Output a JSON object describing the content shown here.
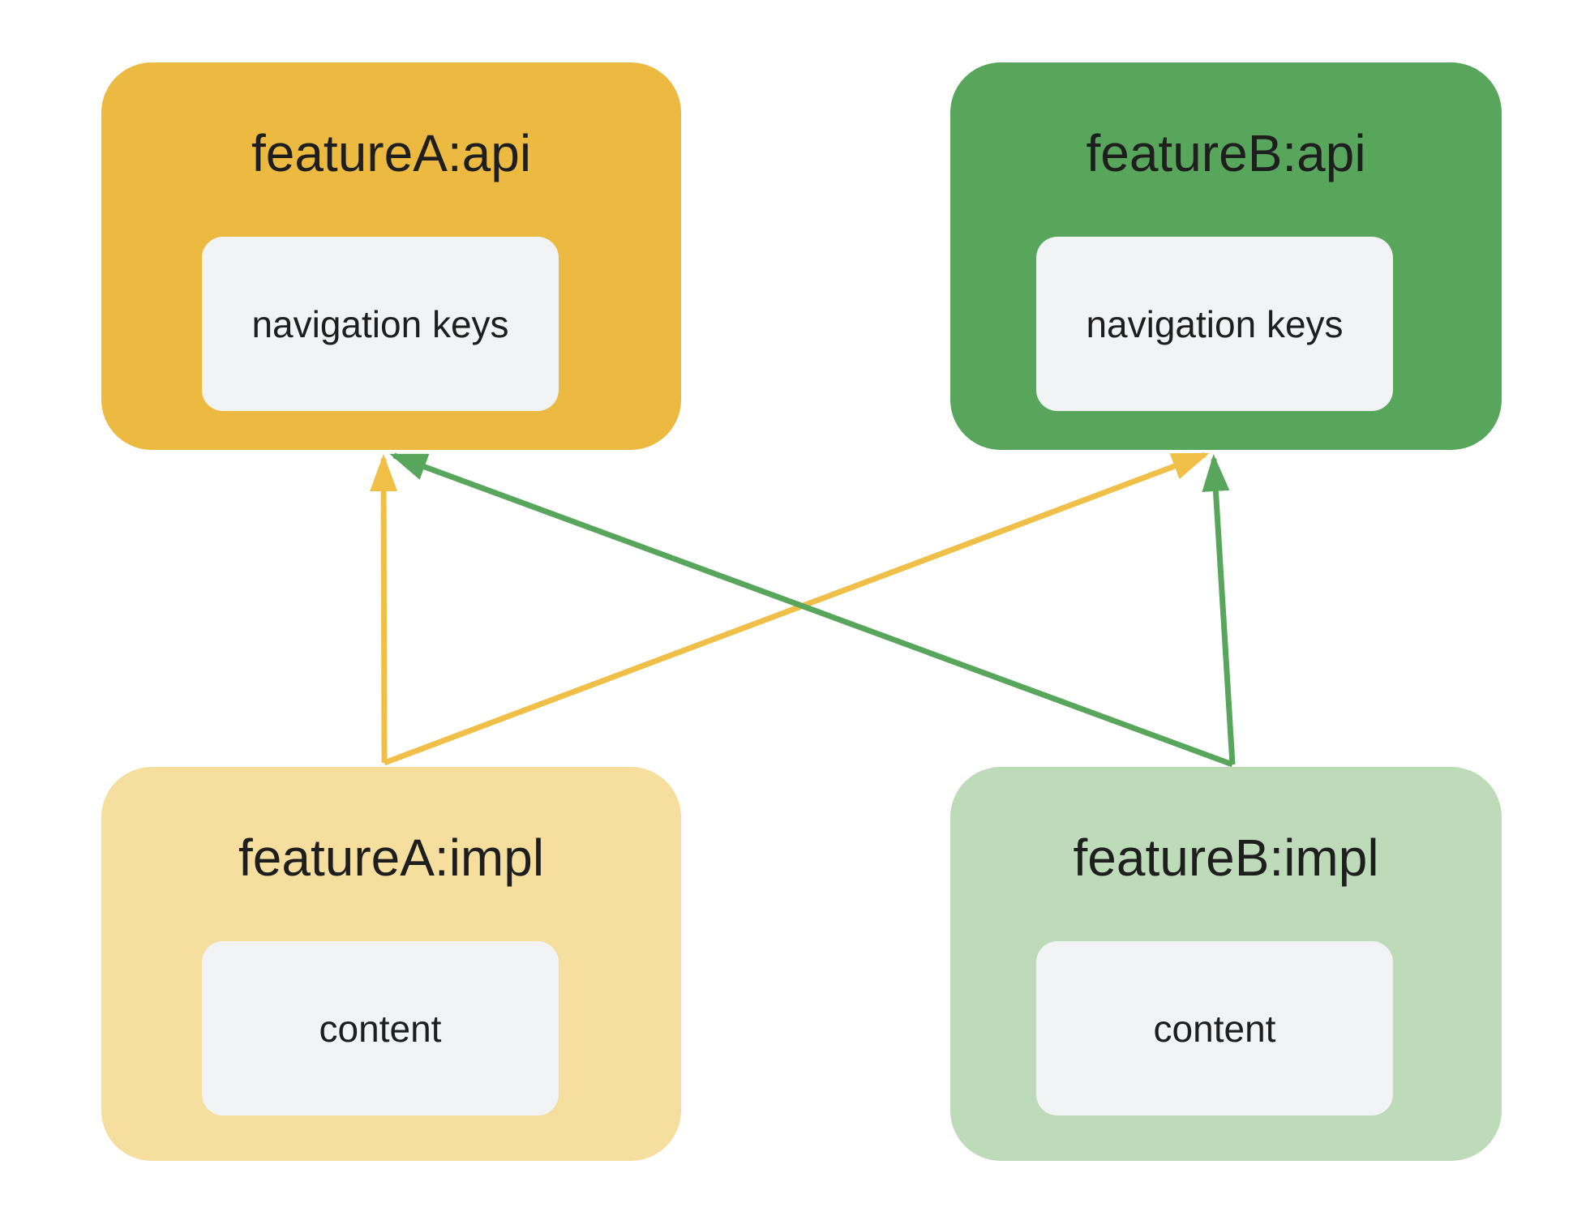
{
  "diagram": {
    "background": "#ffffff",
    "text_color": "#1e1e1e",
    "nodes": [
      {
        "id": "featureA-api",
        "title": "featureA:api",
        "inner_label": "navigation keys",
        "fill": "#ECBA41",
        "inner_fill": "#F1F3F4"
      },
      {
        "id": "featureB-api",
        "title": "featureB:api",
        "inner_label": "navigation keys",
        "fill": "#58A55C",
        "inner_fill": "#F1F3F4"
      },
      {
        "id": "featureA-impl",
        "title": "featureA:impl",
        "inner_label": "content",
        "fill": "#F6DE9E",
        "inner_fill": "#F1F3F4"
      },
      {
        "id": "featureB-impl",
        "title": "featureB:impl",
        "inner_label": "content",
        "fill": "#BEDBB9",
        "inner_fill": "#F1F3F4"
      }
    ],
    "edges": [
      {
        "from": "featureA:impl",
        "to": "featureA:api",
        "color": "#F0BF47"
      },
      {
        "from": "featureA:impl",
        "to": "featureB:api",
        "color": "#F0BF47"
      },
      {
        "from": "featureB:impl",
        "to": "featureB:api",
        "color": "#58A55C"
      },
      {
        "from": "featureB:impl",
        "to": "featureA:api",
        "color": "#58A55C"
      }
    ]
  }
}
